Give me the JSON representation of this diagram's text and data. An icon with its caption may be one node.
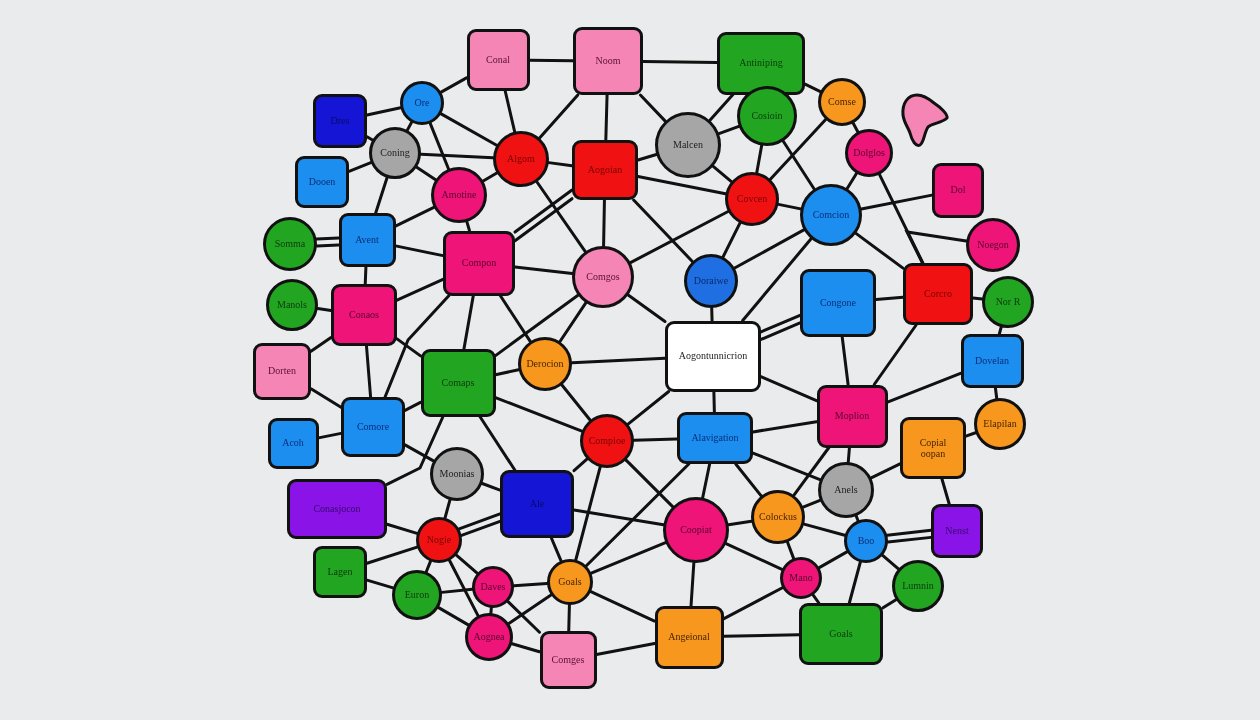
{
  "diagram": {
    "nodes": [
      {
        "text": [
          "Dres"
        ]
      },
      {
        "text": [
          "Ore"
        ]
      },
      {
        "text": [
          "Conal"
        ]
      },
      {
        "text": [
          "Noom"
        ]
      },
      {
        "text": [
          "Antiniping"
        ]
      },
      {
        "text": [
          "Cosioin"
        ]
      },
      {
        "text": [
          "Comse"
        ]
      },
      {
        "text": [],
        "shape": "blob"
      },
      {
        "text": [
          "Dooen"
        ]
      },
      {
        "text": [
          "Coning"
        ]
      },
      {
        "text": [
          "Amotine"
        ]
      },
      {
        "text": [
          "Algom"
        ]
      },
      {
        "text": [
          "Aogoian"
        ]
      },
      {
        "text": [
          "Malcen"
        ]
      },
      {
        "text": [
          "Covcen"
        ]
      },
      {
        "text": [
          "Comcion"
        ]
      },
      {
        "text": [
          "Dolglos"
        ]
      },
      {
        "text": [
          "Dol"
        ]
      },
      {
        "text": [
          "Somma"
        ]
      },
      {
        "text": [
          "Manols"
        ]
      },
      {
        "text": [
          "Conaos"
        ]
      },
      {
        "text": [
          "Avent"
        ]
      },
      {
        "text": [
          "Compon"
        ]
      },
      {
        "text": [
          "Comgos"
        ]
      },
      {
        "text": [
          "Doraiwe"
        ]
      },
      {
        "text": [
          "Congone"
        ]
      },
      {
        "text": [
          "Corcro"
        ]
      },
      {
        "text": [
          "Noegon"
        ]
      },
      {
        "text": [
          "Nor R"
        ]
      },
      {
        "text": [
          "Dorten"
        ]
      },
      {
        "text": [
          "Acoh"
        ]
      },
      {
        "text": [
          "Comore"
        ]
      },
      {
        "text": [
          "Comaps"
        ]
      },
      {
        "text": [
          "Moonias"
        ]
      },
      {
        "text": [
          "Derocion"
        ]
      },
      {
        "text": [
          "Compioe"
        ]
      },
      {
        "text": [
          "Aogontunnicrion"
        ]
      },
      {
        "text": [
          "Alavigation"
        ]
      },
      {
        "text": [
          "Moplion"
        ]
      },
      {
        "text": [
          "Copial oopan"
        ]
      },
      {
        "text": [
          "Dovelan"
        ]
      },
      {
        "text": [
          "Elapilan"
        ]
      },
      {
        "text": [
          "Conasjocon"
        ]
      },
      {
        "text": [
          "Nogie"
        ]
      },
      {
        "text": [
          "Ale"
        ]
      },
      {
        "text": [
          "Coopiat"
        ]
      },
      {
        "text": [
          "Colockus"
        ]
      },
      {
        "text": [
          "Anels"
        ]
      },
      {
        "text": [
          "Boo"
        ]
      },
      {
        "text": [
          "Nenst"
        ]
      },
      {
        "text": [
          "Lagen"
        ]
      },
      {
        "text": [
          "Euron"
        ]
      },
      {
        "text": [
          "Daves"
        ]
      },
      {
        "text": [
          "Aognea"
        ]
      },
      {
        "text": [
          "Goals"
        ]
      },
      {
        "text": [
          "Comges"
        ]
      },
      {
        "text": [
          "Angeional"
        ]
      },
      {
        "text": [
          "Mano"
        ]
      },
      {
        "text": [
          "Goals"
        ]
      },
      {
        "text": [
          "Lumnin"
        ]
      }
    ],
    "edges": [
      {
        "from": 2,
        "to": 3,
        "arrow": "none"
      },
      {
        "from": 3,
        "to": 4,
        "arrow": "none"
      },
      {
        "from": 2,
        "to": 1,
        "arrow": "none"
      },
      {
        "from": 2,
        "to": 11,
        "arrow": "none"
      },
      {
        "from": 3,
        "to": 11,
        "arrow": "none"
      },
      {
        "from": 3,
        "to": 12,
        "arrow": "none"
      },
      {
        "from": 3,
        "to": 13,
        "arrow": "none"
      },
      {
        "from": 0,
        "to": 1,
        "arrow": "none"
      },
      {
        "from": 0,
        "to": 9,
        "arrow": "none"
      },
      {
        "from": 1,
        "to": 9,
        "arrow": "none"
      },
      {
        "from": 1,
        "to": 11,
        "arrow": "none"
      },
      {
        "from": 1,
        "to": 10,
        "arrow": "none"
      },
      {
        "from": 9,
        "to": 11,
        "arrow": "none"
      },
      {
        "from": 9,
        "to": 10,
        "arrow": "none"
      },
      {
        "from": 9,
        "to": 8,
        "arrow": "none"
      },
      {
        "from": 9,
        "to": 21,
        "arrow": "none"
      },
      {
        "from": 11,
        "to": 12,
        "arrow": "none"
      },
      {
        "from": 11,
        "to": 10,
        "arrow": "none"
      },
      {
        "from": 11,
        "to": 23,
        "arrow": "none"
      },
      {
        "from": 12,
        "to": 23,
        "arrow": "none"
      },
      {
        "from": 12,
        "to": 22,
        "arrow": "none"
      },
      {
        "from": 12,
        "to": 22,
        "arrow": "none"
      },
      {
        "from": 12,
        "to": 13,
        "arrow": "none"
      },
      {
        "from": 12,
        "to": 14,
        "arrow": "none"
      },
      {
        "from": 12,
        "to": 24,
        "arrow": "none"
      },
      {
        "from": 21,
        "to": 10,
        "arrow": "none"
      },
      {
        "from": 21,
        "to": 18,
        "arrow": "none"
      },
      {
        "from": 21,
        "to": 18,
        "arrow": "none"
      },
      {
        "from": 10,
        "to": 22,
        "arrow": "none"
      },
      {
        "from": 4,
        "to": 13,
        "arrow": "none"
      },
      {
        "from": 4,
        "to": 6,
        "arrow": "none"
      },
      {
        "from": 13,
        "to": 5,
        "arrow": "none"
      },
      {
        "from": 13,
        "to": 14,
        "arrow": "none"
      },
      {
        "from": 5,
        "to": 14,
        "arrow": "none"
      },
      {
        "from": 5,
        "to": 15,
        "arrow": "none"
      },
      {
        "from": 6,
        "to": 14,
        "arrow": "none"
      },
      {
        "from": 6,
        "to": 16,
        "arrow": "none"
      },
      {
        "from": 16,
        "to": 15,
        "arrow": "none"
      },
      {
        "from": 16,
        "to": 26,
        "arrow": "none"
      },
      {
        "from": 15,
        "to": 17,
        "arrow": "none"
      },
      {
        "from": 27,
        "to": 26,
        "arrow": "none"
      },
      {
        "from": 14,
        "to": 15,
        "arrow": "none"
      },
      {
        "from": 14,
        "to": 24,
        "arrow": "none"
      },
      {
        "from": 23,
        "to": 14,
        "arrow": "none"
      },
      {
        "from": 15,
        "to": 24,
        "arrow": "none"
      },
      {
        "from": 15,
        "to": 36,
        "arrow": "none"
      },
      {
        "from": 15,
        "to": 26,
        "arrow": "none"
      },
      {
        "from": 24,
        "to": 36,
        "arrow": "none"
      },
      {
        "from": 23,
        "to": 36,
        "arrow": "none"
      },
      {
        "from": 36,
        "to": 25,
        "arrow": "none"
      },
      {
        "from": 36,
        "to": 25,
        "arrow": "none"
      },
      {
        "from": 25,
        "to": 26,
        "arrow": "none"
      },
      {
        "from": 25,
        "to": 38,
        "arrow": "none"
      },
      {
        "from": 26,
        "to": 38,
        "arrow": "none"
      },
      {
        "from": 26,
        "to": 28,
        "arrow": "none"
      },
      {
        "from": 28,
        "to": 40,
        "arrow": "none"
      },
      {
        "from": 40,
        "to": 38,
        "arrow": "none"
      },
      {
        "from": 40,
        "to": 41,
        "arrow": "none"
      },
      {
        "from": 41,
        "to": 39,
        "arrow": "none"
      },
      {
        "from": 36,
        "to": 37,
        "arrow": "none"
      },
      {
        "from": 36,
        "to": 38,
        "arrow": "none"
      },
      {
        "from": 37,
        "to": 38,
        "arrow": "none"
      },
      {
        "from": 34,
        "to": 36,
        "arrow": "none"
      },
      {
        "from": 35,
        "to": 36,
        "arrow": "none"
      },
      {
        "from": 35,
        "to": 37,
        "arrow": "none"
      },
      {
        "from": 44,
        "to": 35,
        "arrow": "none"
      },
      {
        "from": 21,
        "to": 22,
        "arrow": "none"
      },
      {
        "from": 21,
        "to": 20,
        "arrow": "none"
      },
      {
        "from": 19,
        "to": 20,
        "arrow": "none"
      },
      {
        "from": 20,
        "to": 29,
        "arrow": "none"
      },
      {
        "from": 20,
        "to": 31,
        "arrow": "none"
      },
      {
        "from": 20,
        "to": 22,
        "arrow": "none"
      },
      {
        "from": 31,
        "to": 22,
        "arrow": "none"
      },
      {
        "from": 20,
        "to": 32,
        "arrow": "none"
      },
      {
        "from": 29,
        "to": 31,
        "arrow": "none"
      },
      {
        "from": 30,
        "to": 31,
        "arrow": "none"
      },
      {
        "from": 22,
        "to": 23,
        "arrow": "none"
      },
      {
        "from": 22,
        "to": 32,
        "arrow": "none"
      },
      {
        "from": 22,
        "to": 34,
        "arrow": "none"
      },
      {
        "from": 23,
        "to": 32,
        "arrow": "none"
      },
      {
        "from": 23,
        "to": 34,
        "arrow": "none"
      },
      {
        "from": 32,
        "to": 34,
        "arrow": "none"
      },
      {
        "from": 34,
        "to": 35,
        "arrow": "none"
      },
      {
        "from": 32,
        "to": 35,
        "arrow": "none"
      },
      {
        "from": 32,
        "to": 31,
        "arrow": "none"
      },
      {
        "from": 32,
        "to": 44,
        "arrow": "none"
      },
      {
        "from": 32,
        "to": 42,
        "arrow": "none"
      },
      {
        "from": 31,
        "to": 33,
        "arrow": "none"
      },
      {
        "from": 33,
        "to": 44,
        "arrow": "none"
      },
      {
        "from": 33,
        "to": 43,
        "arrow": "none"
      },
      {
        "from": 42,
        "to": 43,
        "arrow": "none"
      },
      {
        "from": 43,
        "to": 44,
        "arrow": "none"
      },
      {
        "from": 43,
        "to": 44,
        "arrow": "none"
      },
      {
        "from": 50,
        "to": 43,
        "arrow": "none"
      },
      {
        "from": 50,
        "to": 51,
        "arrow": "none"
      },
      {
        "from": 43,
        "to": 51,
        "arrow": "none"
      },
      {
        "from": 43,
        "to": 52,
        "arrow": "none"
      },
      {
        "from": 43,
        "to": 53,
        "arrow": "none"
      },
      {
        "from": 51,
        "to": 52,
        "arrow": "none"
      },
      {
        "from": 51,
        "to": 53,
        "arrow": "none"
      },
      {
        "from": 52,
        "to": 53,
        "arrow": "none"
      },
      {
        "from": 52,
        "to": 54,
        "arrow": "none"
      },
      {
        "from": 52,
        "to": 55,
        "arrow": "none"
      },
      {
        "from": 53,
        "to": 54,
        "arrow": "none"
      },
      {
        "from": 53,
        "to": 55,
        "arrow": "none"
      },
      {
        "from": 44,
        "to": 54,
        "arrow": "none"
      },
      {
        "from": 44,
        "to": 45,
        "arrow": "none"
      },
      {
        "from": 54,
        "to": 35,
        "arrow": "none"
      },
      {
        "from": 54,
        "to": 37,
        "arrow": "none"
      },
      {
        "from": 54,
        "to": 45,
        "arrow": "none"
      },
      {
        "from": 54,
        "to": 56,
        "arrow": "none"
      },
      {
        "from": 54,
        "to": 55,
        "arrow": "none"
      },
      {
        "from": 55,
        "to": 56,
        "arrow": "none"
      },
      {
        "from": 35,
        "to": 45,
        "arrow": "none"
      },
      {
        "from": 37,
        "to": 45,
        "arrow": "none"
      },
      {
        "from": 37,
        "to": 46,
        "arrow": "none"
      },
      {
        "from": 37,
        "to": 47,
        "arrow": "none"
      },
      {
        "from": 45,
        "to": 46,
        "arrow": "none"
      },
      {
        "from": 45,
        "to": 57,
        "arrow": "none"
      },
      {
        "from": 45,
        "to": 56,
        "arrow": "none"
      },
      {
        "from": 56,
        "to": 57,
        "arrow": "none"
      },
      {
        "from": 56,
        "to": 58,
        "arrow": "none"
      },
      {
        "from": 46,
        "to": 38,
        "arrow": "none"
      },
      {
        "from": 46,
        "to": 47,
        "arrow": "none"
      },
      {
        "from": 46,
        "to": 48,
        "arrow": "none"
      },
      {
        "from": 46,
        "to": 57,
        "arrow": "none"
      },
      {
        "from": 38,
        "to": 47,
        "arrow": "none"
      },
      {
        "from": 47,
        "to": 39,
        "arrow": "none"
      },
      {
        "from": 47,
        "to": 48,
        "arrow": "none"
      },
      {
        "from": 57,
        "to": 48,
        "arrow": "none"
      },
      {
        "from": 57,
        "to": 58,
        "arrow": "none"
      },
      {
        "from": 48,
        "to": 49,
        "arrow": "none"
      },
      {
        "from": 48,
        "to": 49,
        "arrow": "none"
      },
      {
        "from": 48,
        "to": 59,
        "arrow": "none"
      },
      {
        "from": 48,
        "to": 58,
        "arrow": "none"
      },
      {
        "from": 39,
        "to": 49,
        "arrow": "none"
      },
      {
        "from": 59,
        "to": 58,
        "arrow": "none"
      }
    ]
  }
}
